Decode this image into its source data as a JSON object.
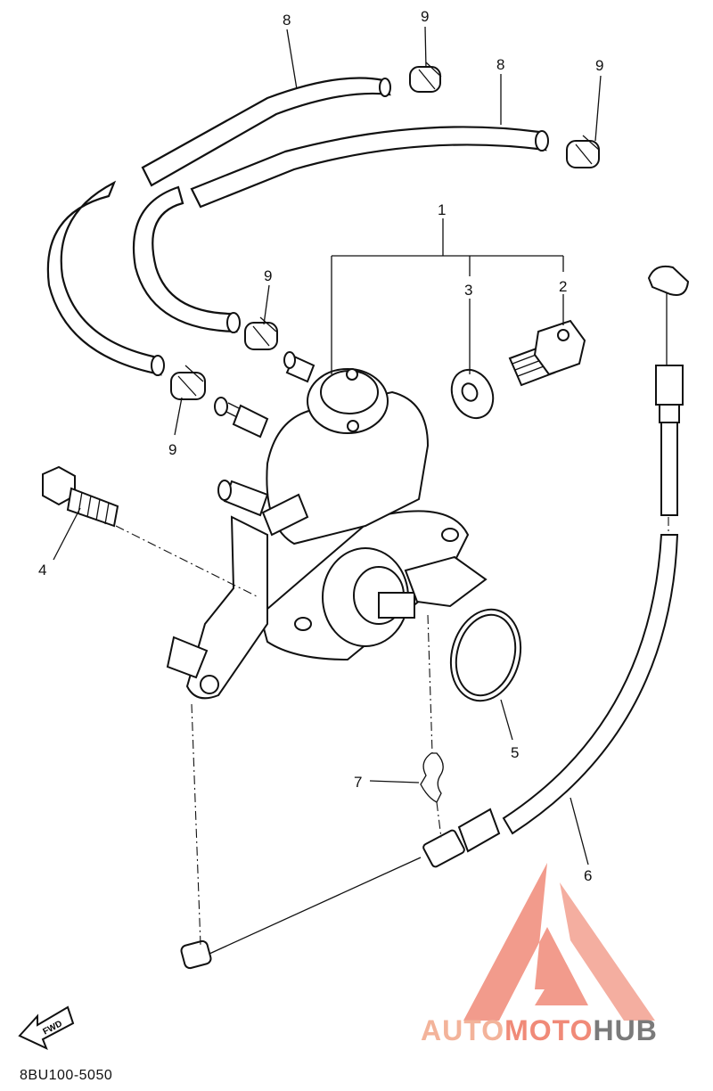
{
  "diagram": {
    "callouts": [
      {
        "id": "c8a",
        "text": "8"
      },
      {
        "id": "c9a",
        "text": "9"
      },
      {
        "id": "c8b",
        "text": "8"
      },
      {
        "id": "c9b",
        "text": "9"
      },
      {
        "id": "c9c",
        "text": "9"
      },
      {
        "id": "c9d",
        "text": "9"
      },
      {
        "id": "c1",
        "text": "1"
      },
      {
        "id": "c2",
        "text": "2"
      },
      {
        "id": "c3",
        "text": "3"
      },
      {
        "id": "c4",
        "text": "4"
      },
      {
        "id": "c5",
        "text": "5"
      },
      {
        "id": "c6",
        "text": "6"
      },
      {
        "id": "c7",
        "text": "7"
      }
    ],
    "fwd_label": "FWD",
    "drawing_code": "8BU100-5050"
  },
  "watermark": {
    "part1": "AUTO",
    "part2": "MOTO",
    "part3": "HUB",
    "colors": {
      "triangle": "#f08a78",
      "auto": "#f3b39a",
      "moto": "#f08a78",
      "hub": "#7a7a7a"
    }
  }
}
